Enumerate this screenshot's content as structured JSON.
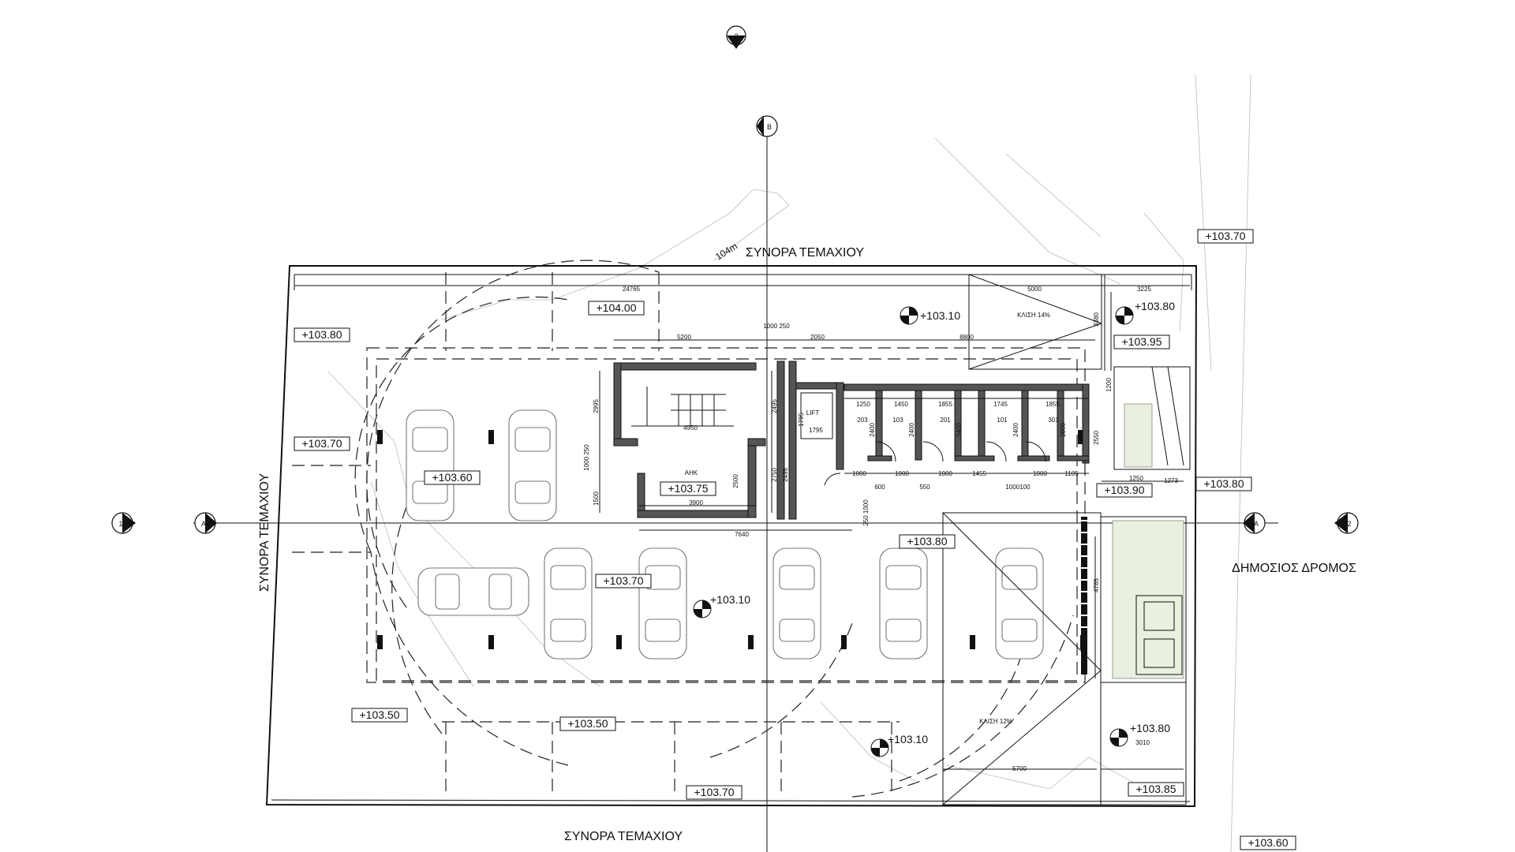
{
  "boundary_labels": {
    "north": "ΣΥΝΟΡΑ ΤΕΜΑΧΙΟΥ",
    "south": "ΣΥΝΟΡΑ ΤΕΜΑΧΙΟΥ",
    "west": "ΣΥΝΟΡΑ ΤΕΜΑΧΙΟΥ",
    "road": "ΔΗΜΟΣΙΟΣ ΔΡΟΜΟΣ"
  },
  "contour_label": "104m",
  "levels": {
    "l1": "+104.00",
    "l2": "+103.80",
    "l3": "+103.70",
    "l4": "+103.60",
    "l5": "+103.75",
    "l6": "+103.80",
    "l7": "+103.70",
    "l8": "+103.50",
    "l9": "+103.50",
    "l10": "+103.70",
    "l11": "+103.10",
    "l12": "+103.10",
    "l13": "+103.10",
    "l14": "+103.80",
    "l15": "+103.95",
    "l16": "+103.90",
    "l17": "+103.80",
    "l18": "+103.70",
    "l19": "+103.80",
    "l20": "+103.85",
    "l21": "+103.60"
  },
  "rooms": {
    "ahk": "ΑΗΚ",
    "lift": "LIFT",
    "slope_top": "ΚΛΙΣΗ 14%",
    "slope_bottom": "ΚΛΙΣΗ 12%",
    "store_203": "203",
    "store_103": "103",
    "store_201": "201",
    "store_101": "101",
    "store_301": "301"
  },
  "dimensions": {
    "d_24765": "24765",
    "d_5000": "5000",
    "d_3225": "3225",
    "d_5200": "5200",
    "d_1000_250": "1000 250",
    "d_2050": "2050",
    "d_8800": "8800",
    "d_3380": "3380",
    "d_1250": "1250",
    "d_1450": "1450",
    "d_1855a": "1855",
    "d_1745": "1745",
    "d_1855b": "1855",
    "d_2995": "2995",
    "d_2495a": "2495",
    "d_4950": "4950",
    "d_1795a": "1795",
    "d_1795b": "1795",
    "d_2400a": "2400",
    "d_2400b": "2400",
    "d_2400c": "2400",
    "d_2400d": "2400",
    "d_2600": "2600",
    "d_2550": "2550",
    "d_1000_250v": "1000 250",
    "d_1500": "1500",
    "d_2500": "2500",
    "d_2750": "2750",
    "d_2495b": "2495",
    "d_3900": "3900",
    "d_7640": "7640",
    "d_250_1000": "250 1000",
    "d_1000a": "1000",
    "d_600": "600",
    "d_1000b": "1000",
    "d_550": "550",
    "d_1000c": "1000",
    "d_1455": "1455",
    "d_1000100": "1000100",
    "d_1000d": "1000",
    "d_1105": "1105",
    "d_1200": "1200",
    "d_1250b": "1250",
    "d_1273": "1273",
    "d_4785": "4785",
    "d_5700": "5700",
    "d_3010": "3010"
  },
  "markers": {
    "sec3": "3",
    "secB": "B",
    "secA_left": "A",
    "secA_right": "A",
    "sec1": "1",
    "sec2": "2"
  }
}
